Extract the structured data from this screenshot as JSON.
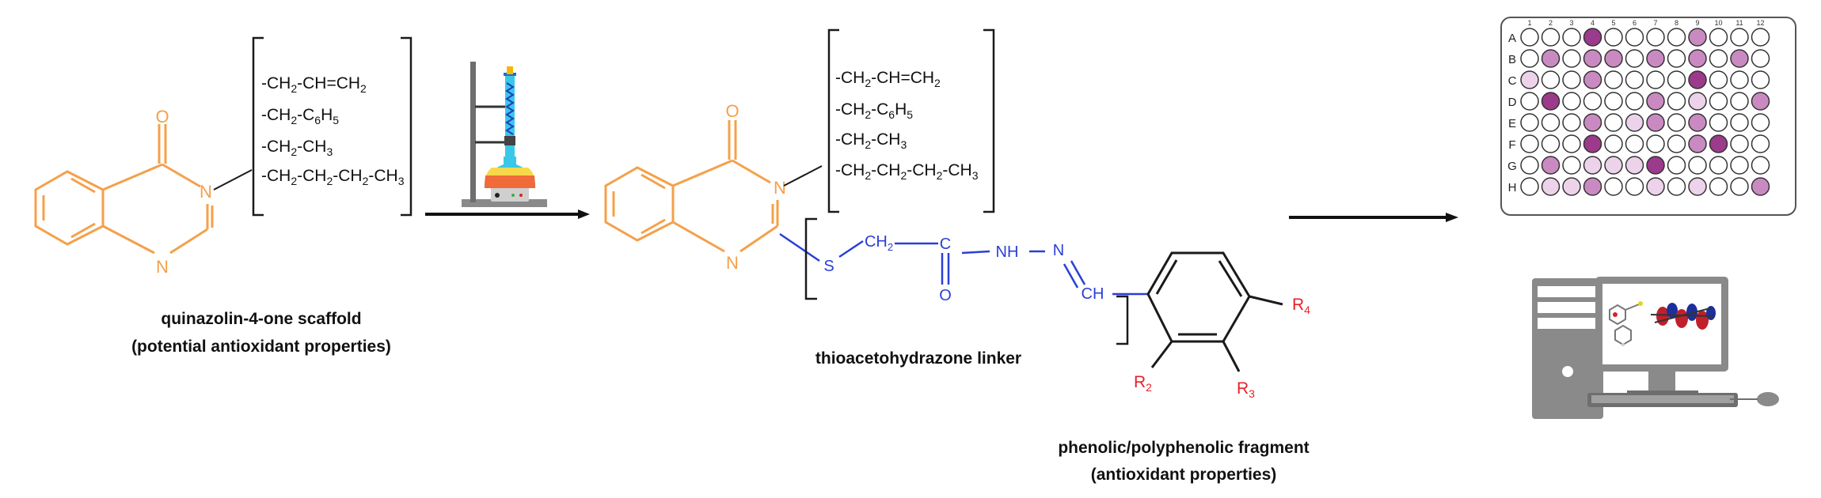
{
  "colors": {
    "scaffold": "#f5a04a",
    "linker": "#2a3fd6",
    "substituent": "#e8202a",
    "bracket": "#1a1a1a",
    "plate_dark": "#9c3a8c",
    "plate_mid": "#c98ac1",
    "plate_light": "#ecd3ea",
    "computer_gray": "#8a8a8a",
    "computer_dark": "#6e6e6e"
  },
  "scaffold_labels": {
    "caption_line1": "quinazolin-4-one scaffold",
    "caption_line2": "(potential antioxidant properties)",
    "o": "O",
    "n3": "N",
    "n1": "N"
  },
  "alkyl_list_left": [
    {
      "main": "-CH",
      "sub1": "2",
      "mid": "-CH=CH",
      "sub2": "2",
      "tail": ""
    },
    {
      "main": "-CH",
      "sub1": "2",
      "mid": "-C",
      "sub2": "6",
      "tail": "H5"
    },
    {
      "main": "-CH",
      "sub1": "2",
      "mid": "-CH",
      "sub2": "3",
      "tail": ""
    },
    {
      "main": "-CH",
      "sub1": "2",
      "mid": "-CH2-CH2-CH",
      "sub2": "3",
      "tail": ""
    }
  ],
  "alkyl_texts": {
    "allyl": "-CH2-CH=CH2",
    "benzyl": "-CH2-C6H5",
    "ethyl": "-CH2-CH3",
    "butyl": "-CH2-CH2-CH2-CH3"
  },
  "linker_labels": {
    "s": "S",
    "ch2": "CH",
    "ch2_sub": "2",
    "c": "C",
    "o": "O",
    "nh": "NH",
    "n": "N",
    "ch": "CH",
    "caption": "thioacetohydrazone linker"
  },
  "phenol_labels": {
    "r2": "R",
    "r2_sub": "2",
    "r3": "R",
    "r3_sub": "3",
    "r4": "R",
    "r4_sub": "4",
    "caption_line1": "phenolic/polyphenolic fragment",
    "caption_line2": "(antioxidant properties)"
  },
  "plate": {
    "rows": [
      "A",
      "B",
      "C",
      "D",
      "E",
      "F",
      "G",
      "H"
    ],
    "columns": [
      "1",
      "2",
      "3",
      "4",
      "5",
      "6",
      "7",
      "8",
      "9",
      "10",
      "11",
      "12"
    ],
    "wells": [
      "000300002000",
      "020220202020",
      "100200003000",
      "030000201002",
      "000201202000",
      "000300002300",
      "020111300000",
      "011200101002"
    ]
  },
  "icons": [
    "reflux-apparatus-icon",
    "microplate-icon",
    "computer-docking-icon"
  ]
}
